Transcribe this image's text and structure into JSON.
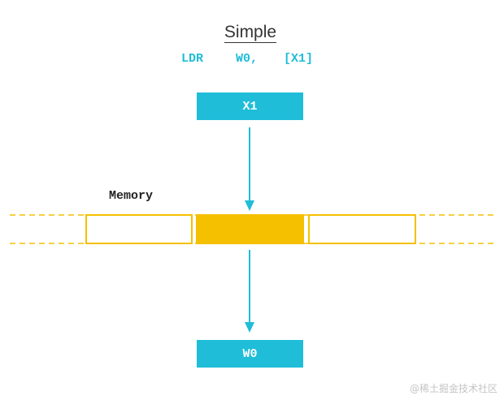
{
  "title": "Simple",
  "instruction": {
    "mnemonic": "LDR",
    "dest": "W0,",
    "source": "[X1]"
  },
  "source_register": "X1",
  "dest_register": "W0",
  "memory_label": "Memory",
  "watermark": "@稀土掘金技术社区",
  "colors": {
    "register": "#1fbdd8",
    "memory_cell": "#f5c000",
    "arrow": "#1fbdd8",
    "dashed_line": "#f5c000"
  }
}
